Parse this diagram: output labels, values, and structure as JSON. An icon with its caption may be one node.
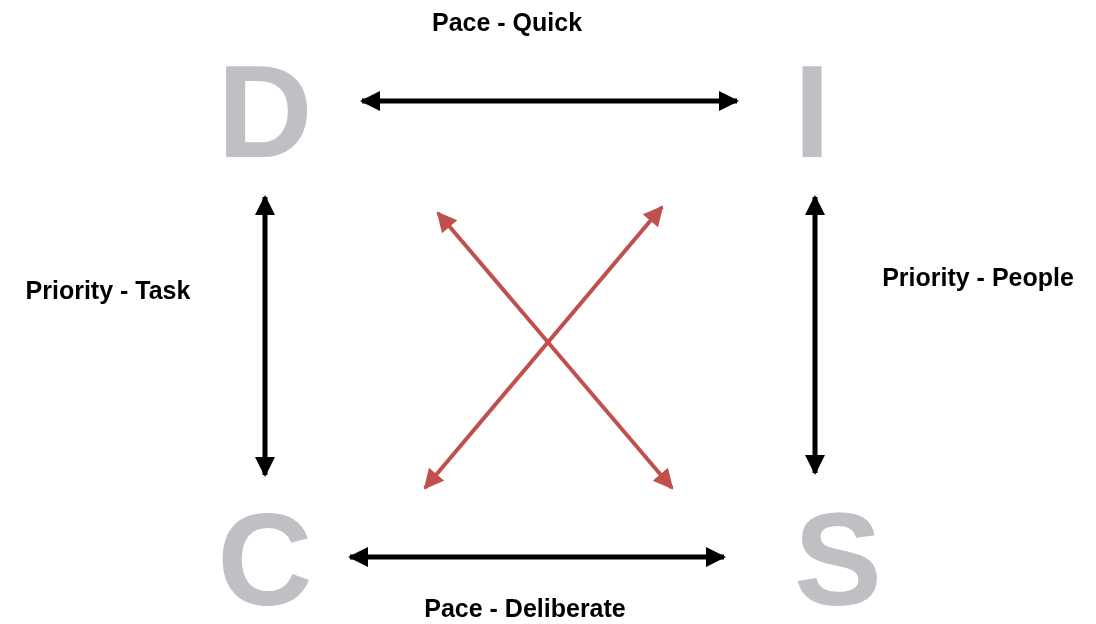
{
  "diagram": {
    "nodes": [
      {
        "text": [
          "D"
        ]
      },
      {
        "text": [
          "I"
        ]
      },
      {
        "text": [
          "C"
        ]
      },
      {
        "text": [
          "S"
        ]
      }
    ],
    "edges": [
      {
        "from": 0,
        "to": 1,
        "arrow": "both"
      },
      {
        "from": 0,
        "to": 2,
        "arrow": "both"
      },
      {
        "from": 1,
        "to": 3,
        "arrow": "both"
      },
      {
        "from": 2,
        "to": 3,
        "arrow": "both"
      }
    ],
    "labels": [
      "Pace - Quick",
      "Priority - Task",
      "Priority - People",
      "Pace - Deliberate"
    ]
  }
}
